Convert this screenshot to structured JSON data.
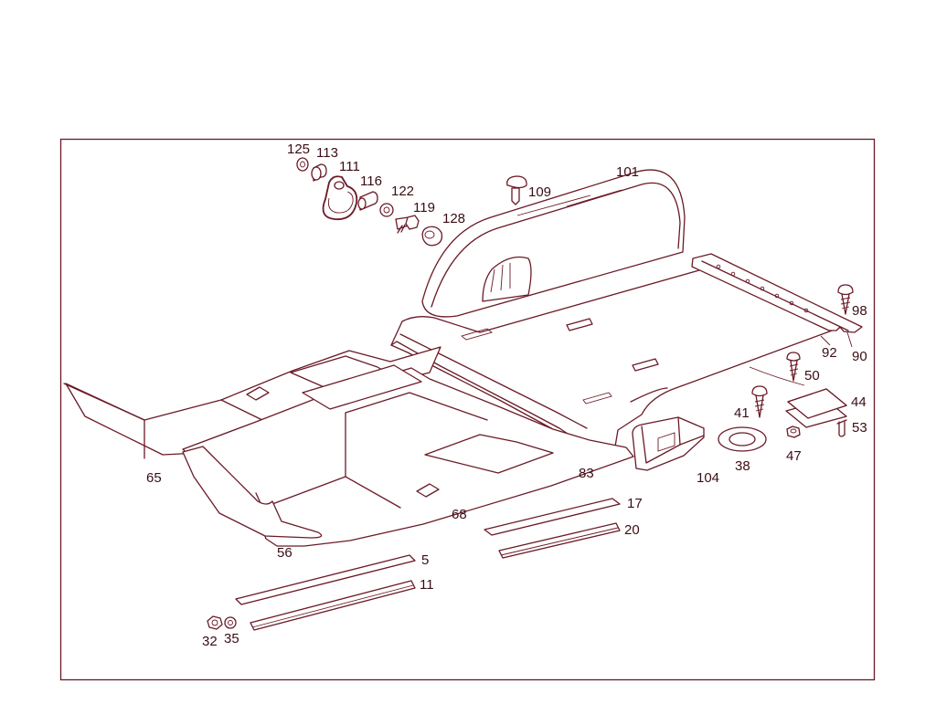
{
  "colors": {
    "line": "#6a1a26",
    "text": "#3a0d14",
    "background": "#ffffff"
  },
  "labels": {
    "p125": "125",
    "p113": "113",
    "p111": "111",
    "p116": "116",
    "p122": "122",
    "p119": "119",
    "p128": "128",
    "p109": "109",
    "p101": "101",
    "p98": "98",
    "p92": "92",
    "p90": "90",
    "p50": "50",
    "p44": "44",
    "p41": "41",
    "p53": "53",
    "p47": "47",
    "p38": "38",
    "p104": "104",
    "p83": "83",
    "p65": "65",
    "p68": "68",
    "p17": "17",
    "p20": "20",
    "p56": "56",
    "p5": "5",
    "p11": "11",
    "p32": "32",
    "p35": "35"
  }
}
